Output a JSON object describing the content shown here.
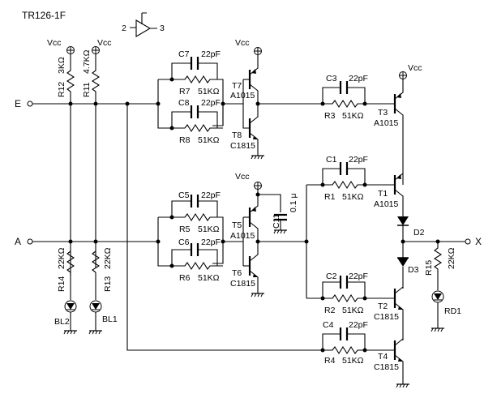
{
  "title": "TR126-1F",
  "symbol": {
    "pin_in": "2",
    "pin_out": "3"
  },
  "vcc": "Vcc",
  "ports": {
    "e": "E",
    "a": "A",
    "x": "X"
  },
  "small_cap_value": "22pF",
  "res_value": "51KΩ",
  "res_value_22k": "22KΩ",
  "transistors": {
    "T1": {
      "name": "T1",
      "type": "A1015"
    },
    "T2": {
      "name": "T2",
      "type": "C1815"
    },
    "T3": {
      "name": "T3",
      "type": "A1015"
    },
    "T4": {
      "name": "T4",
      "type": "C1815"
    },
    "T5": {
      "name": "T5",
      "type": "A1015"
    },
    "T6": {
      "name": "T6",
      "type": "C1815"
    },
    "T7": {
      "name": "T7",
      "type": "A1015"
    },
    "T8": {
      "name": "T8",
      "type": "C1815"
    }
  },
  "caps": {
    "C1": "C1",
    "C2": "C2",
    "C3": "C3",
    "C4": "C4",
    "C5": "C5",
    "C6": "C6",
    "C7": "C7",
    "C8": "C8",
    "C11": "C11"
  },
  "c11_value": "0.1 μ",
  "resistors": {
    "R1": "R1",
    "R2": "R2",
    "R3": "R3",
    "R4": "R4",
    "R5": "R5",
    "R6": "R6",
    "R7": "R7",
    "R8": "R8",
    "R11": "R11",
    "R12": "R12",
    "R13": "R13",
    "R14": "R14",
    "R15": "R15"
  },
  "r11_value": "4.7KΩ",
  "r12_value": "3KΩ",
  "diodes": {
    "D2": "D2",
    "D3": "D3"
  },
  "leds": {
    "BL1": "BL1",
    "BL2": "BL2",
    "RD1": "RD1"
  }
}
